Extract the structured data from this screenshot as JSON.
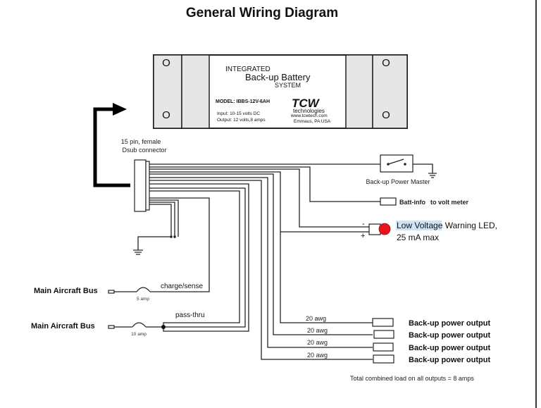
{
  "title": "General Wiring Diagram",
  "unit": {
    "integrated": "INTEGRATED",
    "name": "Back-up Battery",
    "system": "SYSTEM",
    "model": "MODEL: IBBS-12V-6AH",
    "input": "Input: 10-15 volts DC",
    "output": "Output: 12 volts,8 amps",
    "brand": "TCW",
    "brand_sub": "technologies",
    "website": "www.tcwtech.com",
    "location": "Emmaus, PA  USA",
    "hole_glyph": "O"
  },
  "connector": {
    "line1": "15 pin, female",
    "line2": "Dsub connector"
  },
  "switch": {
    "label": "Back-up Power Master"
  },
  "batt_info": {
    "label": "Batt-info",
    "suffix": "to volt meter"
  },
  "led": {
    "minus": "-",
    "plus": "+",
    "highlight": "Low Voltage",
    "rest": " Warning LED,",
    "line2": "25 mA max",
    "color": "#e8141b",
    "highlight_bg": "#cfe3f7"
  },
  "bus": [
    {
      "label": "Main Aircraft Bus",
      "fuse": "5 amp",
      "wire": "charge/sense"
    },
    {
      "label": "Main Aircraft Bus",
      "fuse": "10 amp",
      "wire": "pass-thru"
    }
  ],
  "outputs": [
    {
      "gauge": "20 awg",
      "label": "Back-up power output"
    },
    {
      "gauge": "20 awg",
      "label": "Back-up power output"
    },
    {
      "gauge": "20 awg",
      "label": "Back-up power output"
    },
    {
      "gauge": "20 awg",
      "label": "Back-up power output"
    }
  ],
  "footnote": "Total combined load on all outputs = 8 amps",
  "colors": {
    "integrated": "#d2553a",
    "name": "#2a3585",
    "brand": "#1f3fa0",
    "website": "#c0392b"
  }
}
